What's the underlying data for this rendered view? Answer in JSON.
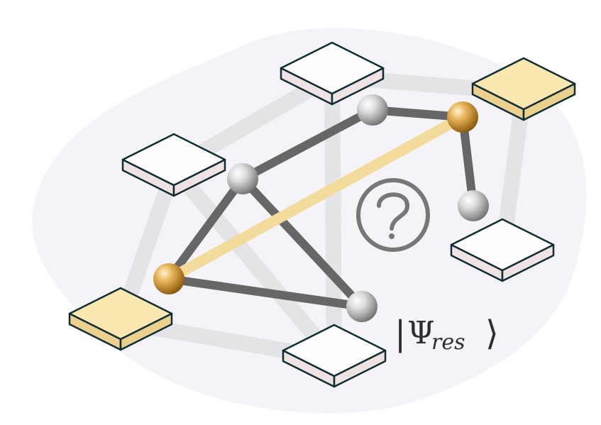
{
  "state_label": {
    "psi": "Ψ",
    "subscript": "res",
    "bra": "|",
    "ket": "⟩"
  },
  "colors": {
    "background_blob": "#f3f3f8",
    "network_edge": "#e4e4e6",
    "entangled_edge": "#f3dc9b",
    "qubit_edge": "#666666",
    "node_top_white": "#fffdfd",
    "node_side_white": "#efe2e2",
    "node_top_gold": "#fbe7b0",
    "node_side_gold": "#ecd08d",
    "node_outline": "#0f2d35",
    "question_mark": "#777777"
  },
  "icons": {
    "unknown": "question-mark-circle-icon"
  },
  "network": {
    "nodes": [
      {
        "id": "top",
        "style": "white"
      },
      {
        "id": "top-right",
        "style": "gold"
      },
      {
        "id": "left",
        "style": "white"
      },
      {
        "id": "right",
        "style": "white"
      },
      {
        "id": "bottom-left",
        "style": "gold"
      },
      {
        "id": "bottom",
        "style": "white"
      }
    ],
    "links": [
      [
        "top",
        "top-right"
      ],
      [
        "top",
        "left"
      ],
      [
        "top",
        "bottom"
      ],
      [
        "top-right",
        "right"
      ],
      [
        "left",
        "bottom-left"
      ],
      [
        "left",
        "bottom"
      ],
      [
        "bottom-left",
        "bottom"
      ]
    ]
  },
  "qubits": {
    "spheres": [
      {
        "id": "q1",
        "style": "silver"
      },
      {
        "id": "q2",
        "style": "silver"
      },
      {
        "id": "q3",
        "style": "gold"
      },
      {
        "id": "q4",
        "style": "silver"
      },
      {
        "id": "q5",
        "style": "gold"
      },
      {
        "id": "q6",
        "style": "silver"
      }
    ],
    "links": [
      [
        "q1",
        "q2",
        "gray"
      ],
      [
        "q2",
        "q3",
        "gray"
      ],
      [
        "q3",
        "q4",
        "gray"
      ],
      [
        "q1",
        "q5",
        "gray"
      ],
      [
        "q1",
        "q6",
        "gray"
      ],
      [
        "q5",
        "q6",
        "gray"
      ],
      [
        "q5",
        "q3",
        "entangled"
      ]
    ]
  }
}
